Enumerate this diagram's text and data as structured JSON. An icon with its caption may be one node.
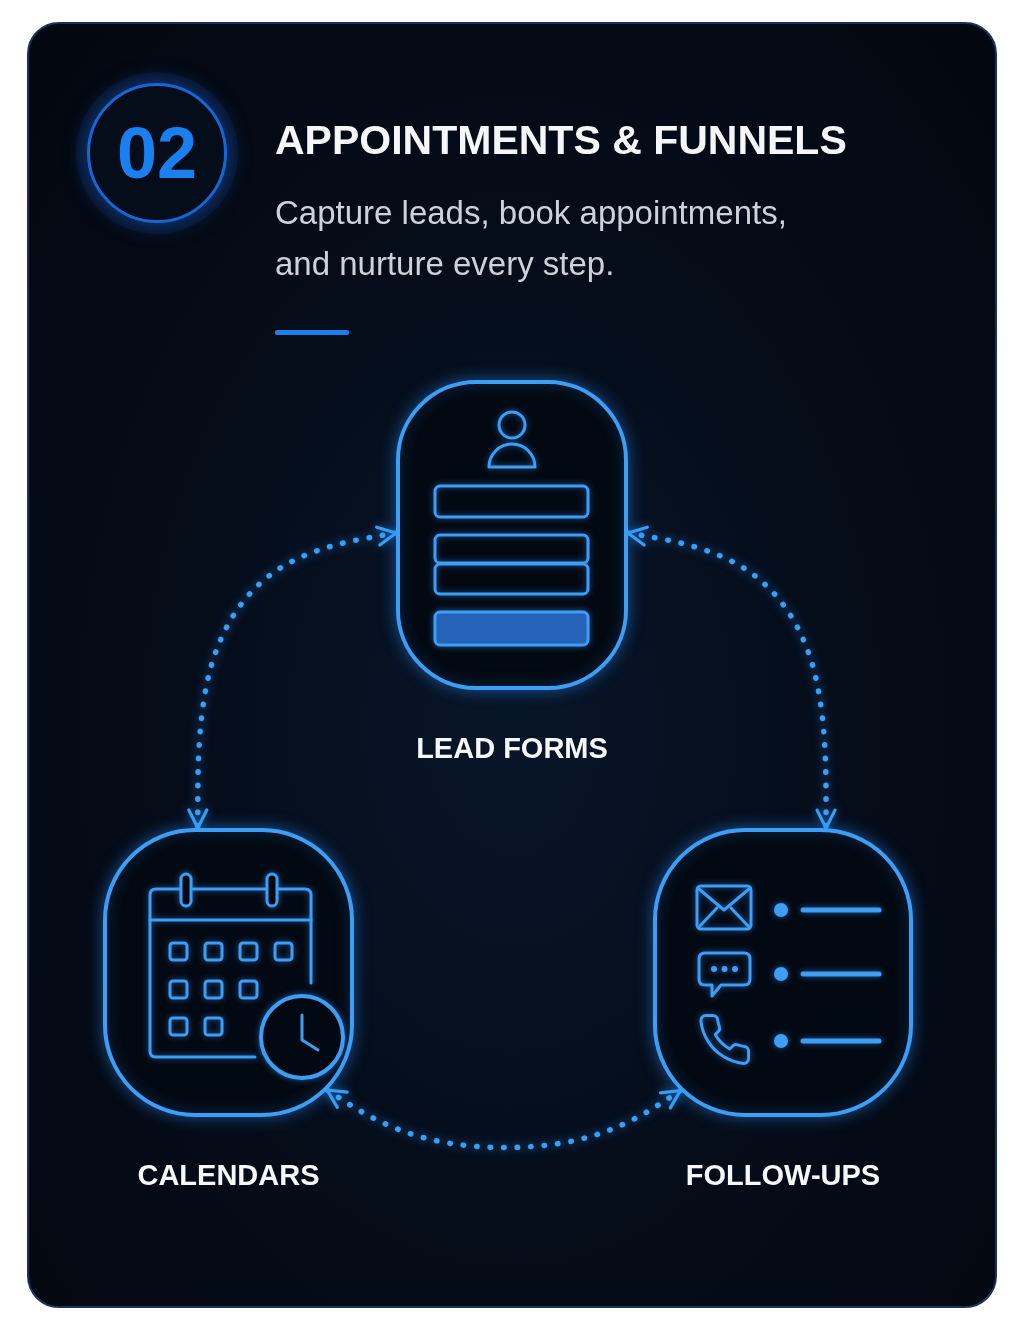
{
  "diagram": {
    "title": "APPOINTMENTS & FUNNELS",
    "nodes": [
      {
        "text": [
          "02"
        ]
      },
      {
        "text": [
          "LEAD FORMS"
        ]
      },
      {
        "text": [
          "CALENDARS"
        ]
      },
      {
        "text": [
          "FOLLOW-UPS"
        ]
      }
    ],
    "edges": [
      {
        "from": 1,
        "to": 2,
        "arrow": "both",
        "style": "dashed"
      },
      {
        "from": 1,
        "to": 3,
        "arrow": "both",
        "style": "dashed"
      },
      {
        "from": 2,
        "to": 3,
        "arrow": "both",
        "style": "dashed"
      }
    ],
    "labels": [
      "Capture leads, book appointments, and nurture every step."
    ]
  }
}
